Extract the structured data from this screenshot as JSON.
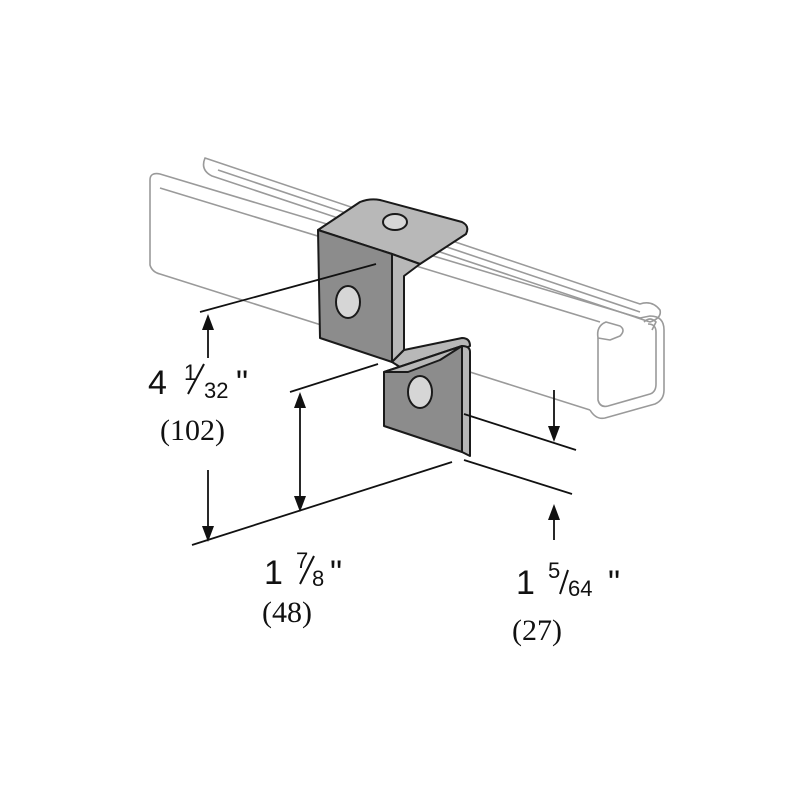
{
  "dimensions": {
    "height_overall": {
      "whole": "4",
      "num": "1",
      "den": "32",
      "unit": "\"",
      "metric": "(102)"
    },
    "height_lower": {
      "whole": "1",
      "num": "7",
      "den": "8",
      "unit": "\"",
      "metric": "(48)"
    },
    "offset": {
      "whole": "1",
      "num": "5",
      "den": "64",
      "unit": "\"",
      "metric": "(27)"
    }
  },
  "icons": [
    "strut-channel",
    "z-bracket"
  ],
  "colors": {
    "bracket": "#8c8c8c",
    "channel_outline": "#9a9a9a",
    "dimension": "#111111"
  }
}
